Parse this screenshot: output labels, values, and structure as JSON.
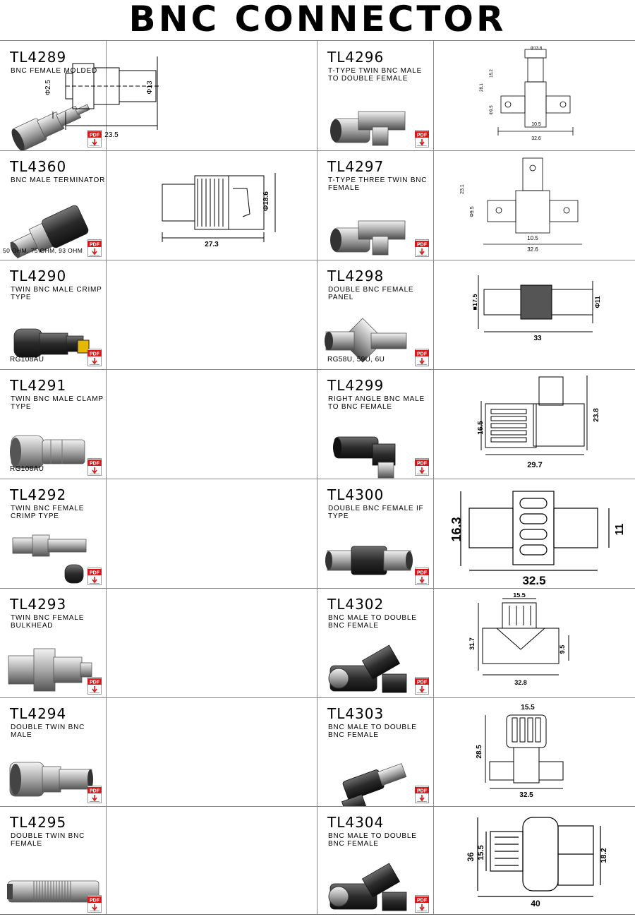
{
  "title": "BNC CONNECTOR",
  "left_column": [
    {
      "code": "TL4289",
      "description": "BNC FEMALE MOLDED",
      "note": "",
      "drawing_dims": [
        "Φ2.5",
        "Φ13",
        "23.5"
      ]
    },
    {
      "code": "TL4360",
      "description": "BNC MALE TERMINATOR",
      "note": "50 OHM, 75 OHM, 93 OHM",
      "drawing_dims": [
        "Φ18.6",
        "27.3"
      ]
    },
    {
      "code": "TL4290",
      "description": "TWIN BNC MALE CRIMP TYPE",
      "note": "RG108AU",
      "drawing_dims": []
    },
    {
      "code": "TL4291",
      "description": "TWIN BNC MALE CLAMP TYPE",
      "note": "RG108AU",
      "drawing_dims": []
    },
    {
      "code": "TL4292",
      "description": "TWIN BNC FEMALE CRIMP TYPE",
      "note": "",
      "drawing_dims": []
    },
    {
      "code": "TL4293",
      "description": "TWIN BNC FEMALE BULKHEAD",
      "note": "",
      "drawing_dims": []
    },
    {
      "code": "TL4294",
      "description": "DOUBLE TWIN BNC MALE",
      "note": "",
      "drawing_dims": []
    },
    {
      "code": "TL4295",
      "description": "DOUBLE TWIN BNC FEMALE",
      "note": "",
      "drawing_dims": []
    }
  ],
  "right_column": [
    {
      "code": "TL4296",
      "description": "T-TYPE TWIN BNC MALE TO DOUBLE FEMALE",
      "note": "",
      "drawing_dims": [
        "Φ13.8",
        "15.2",
        "28.1",
        "Φ9.5",
        "10.5",
        "32.6"
      ]
    },
    {
      "code": "TL4297",
      "description": "T-TYPE THREE TWIN BNC FEMALE",
      "note": "",
      "drawing_dims": [
        "23.1",
        "Φ9.5",
        "10.5",
        "32.6"
      ]
    },
    {
      "code": "TL4298",
      "description": "DOUBLE BNC FEMALE PANEL",
      "note": "RG58U, 59U, 6U",
      "drawing_dims": [
        "■17.5",
        "Φ11",
        "33"
      ]
    },
    {
      "code": "TL4299",
      "description": "RIGHT ANGLE BNC MALE TO BNC FEMALE",
      "note": "",
      "drawing_dims": [
        "16.5",
        "23.8",
        "29.7"
      ]
    },
    {
      "code": "TL4300",
      "description": "DOUBLE BNC FEMALE IF TYPE",
      "note": "",
      "drawing_dims": [
        "16.3",
        "11",
        "32.5"
      ]
    },
    {
      "code": "TL4302",
      "description": "BNC MALE TO DOUBLE BNC FEMALE",
      "note": "",
      "drawing_dims": [
        "15.5",
        "31.7",
        "9.5",
        "32.8"
      ]
    },
    {
      "code": "TL4303",
      "description": "BNC MALE TO DOUBLE BNC FEMALE",
      "note": "",
      "drawing_dims": [
        "15.5",
        "28.5",
        "32.5"
      ]
    },
    {
      "code": "TL4304",
      "description": "BNC MALE TO DOUBLE BNC FEMALE",
      "note": "",
      "drawing_dims": [
        "36",
        "15.5",
        "18.2",
        "40"
      ]
    }
  ],
  "pdf_label": "PDF",
  "icons": {
    "pdf": "pdf-download-icon"
  },
  "colors": {
    "metal_light": "#d8d8d8",
    "metal_dark": "#3a3a3a",
    "line": "#000000",
    "pdf_red": "#d11a1a"
  }
}
